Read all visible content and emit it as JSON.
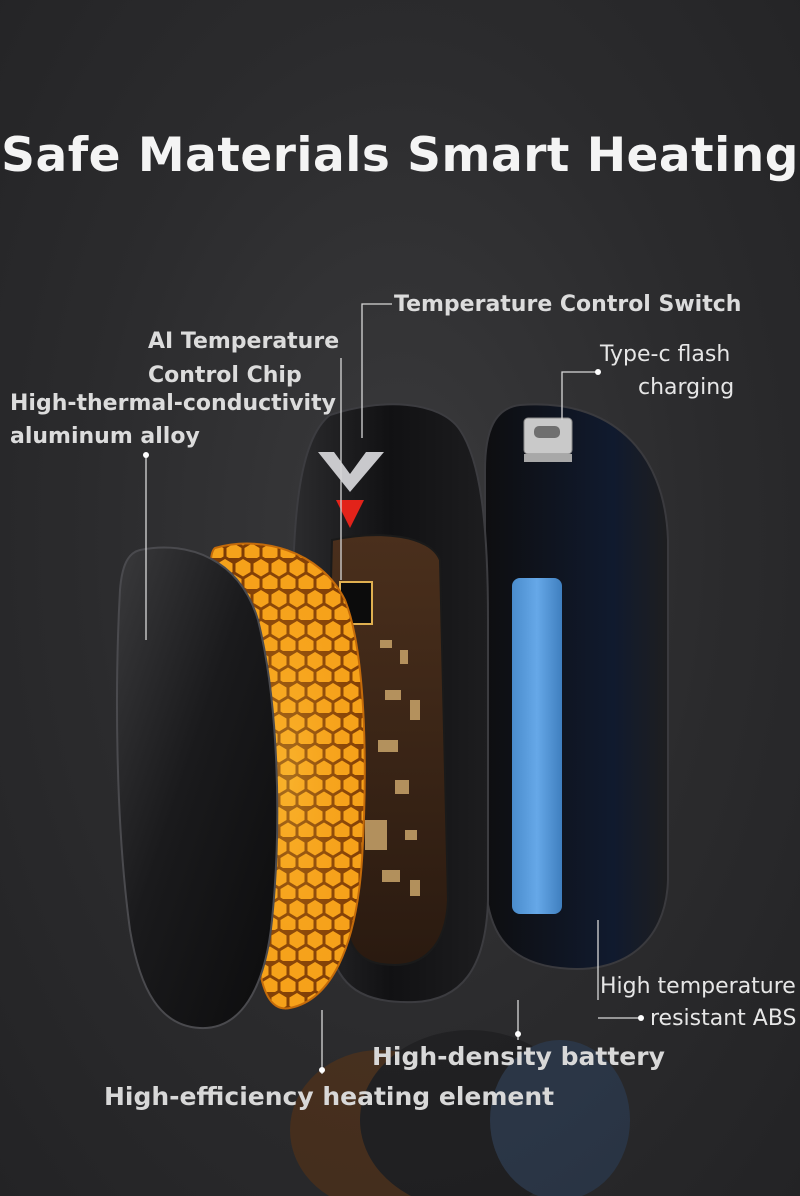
{
  "title": "Safe Materials Smart Heating",
  "labels": {
    "switch": "Temperature Control Switch",
    "chip_line1": "AI Temperature",
    "chip_line2": "Control Chip",
    "aluminum_line1": "High-thermal-conductivity",
    "aluminum_line2": "aluminum alloy",
    "typec_line1": "Type-c flash",
    "typec_line2": "charging",
    "abs_line1": "High temperature",
    "abs_line2": "resistant ABS",
    "battery": "High-density battery",
    "heating": "High-efficiency heating element"
  },
  "colors": {
    "background": "#2b2b2d",
    "shell": "#141416",
    "heating_element": "#f5a21b",
    "battery": "#5b9fdc",
    "indicator": "#e2231a",
    "text": "#dcdcdc"
  }
}
